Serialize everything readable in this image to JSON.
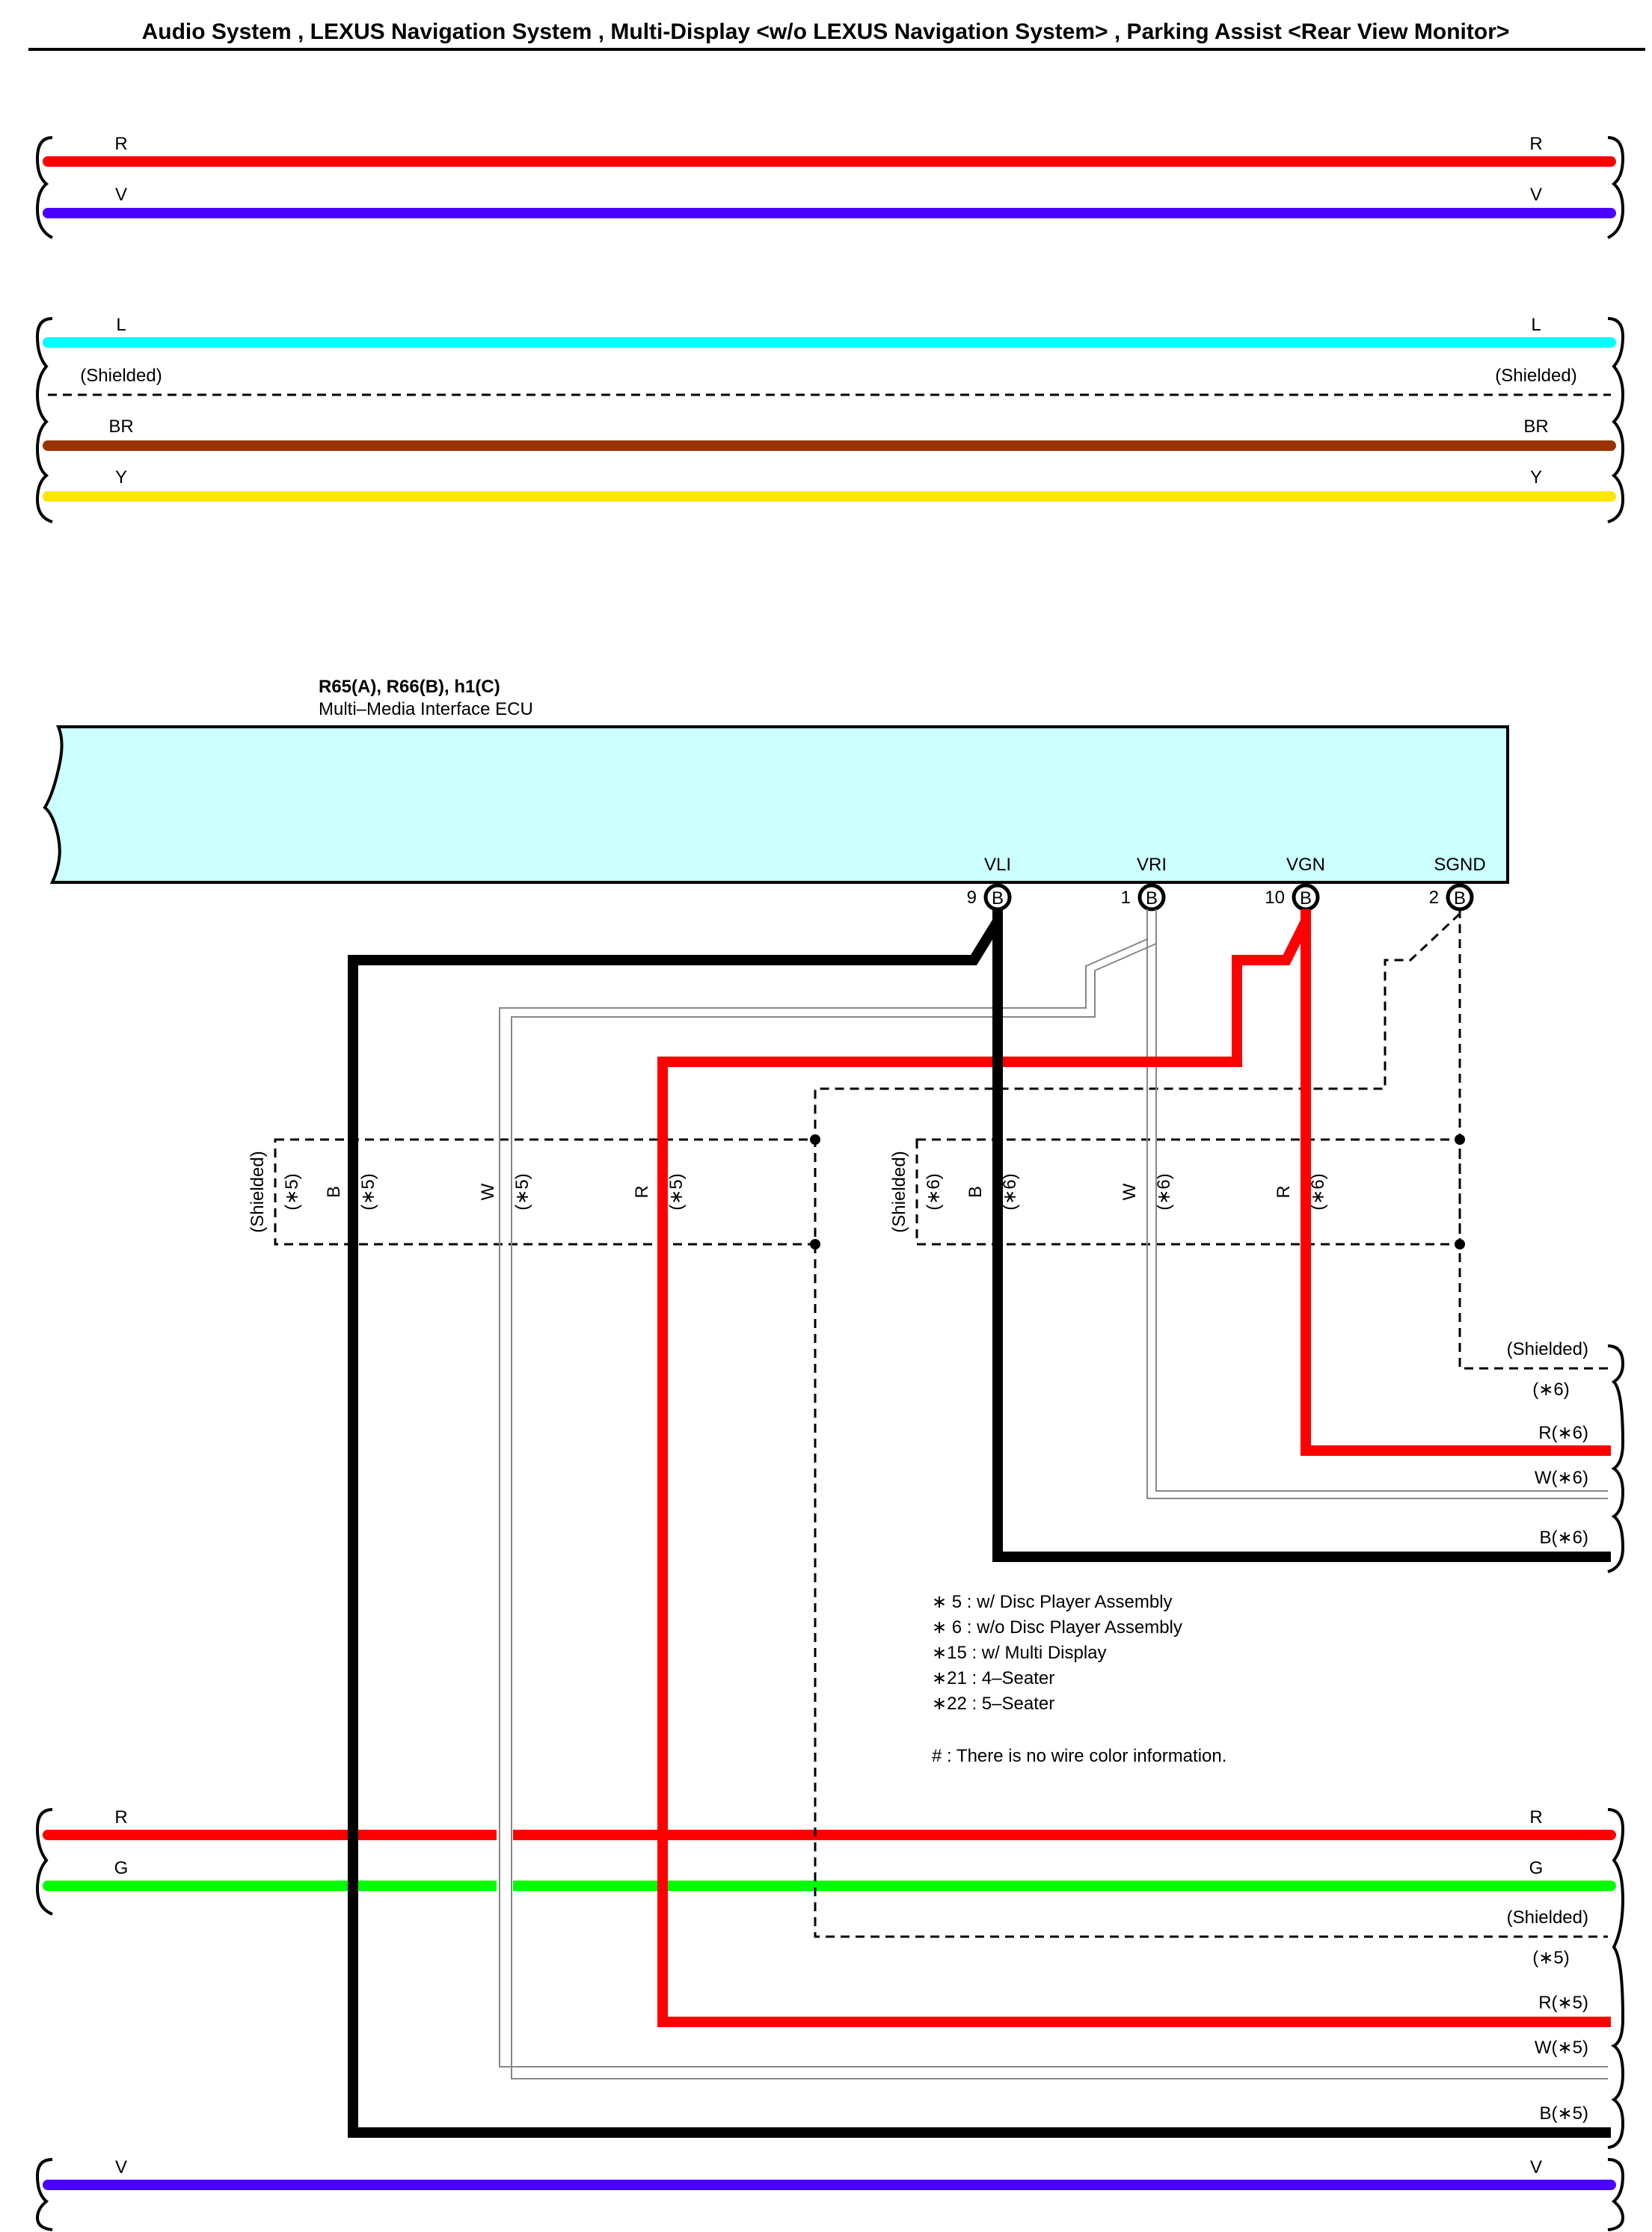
{
  "header": {
    "title": "Audio System , LEXUS Navigation System , Multi-Display <w/o LEXUS Navigation System> , Parking Assist <Rear View Monitor>"
  },
  "top_wires": [
    {
      "color": "R",
      "hex": "#ff0000"
    },
    {
      "color": "V",
      "hex": "#4b00ff"
    },
    {
      "color": "L",
      "hex": "#00ffff"
    },
    {
      "color": "(Shielded)",
      "hex": "#000000"
    },
    {
      "color": "BR",
      "hex": "#993300"
    },
    {
      "color": "Y",
      "hex": "#ffe600"
    }
  ],
  "ecu": {
    "ref": "R65(A), R66(B), h1(C)",
    "name": "Multi–Media Interface ECU",
    "fill": "#ccffff",
    "terminals": [
      {
        "name": "VLI",
        "pin": "9",
        "connector": "B"
      },
      {
        "name": "VRI",
        "pin": "1",
        "connector": "B"
      },
      {
        "name": "VGN",
        "pin": "10",
        "connector": "B"
      },
      {
        "name": "SGND",
        "pin": "2",
        "connector": "B"
      }
    ]
  },
  "shield_group_5": {
    "labels": [
      "(Shielded)",
      "(∗5)",
      "B",
      "(∗5)",
      "W",
      "(∗5)",
      "R",
      "(∗5)"
    ]
  },
  "shield_group_6": {
    "labels": [
      "(Shielded)",
      "(∗6)",
      "B",
      "(∗6)",
      "W",
      "(∗6)",
      "R",
      "(∗6)"
    ]
  },
  "right_labels_6": [
    "(Shielded)",
    "(∗6)",
    "R(∗6)",
    "W(∗6)",
    "B(∗6)"
  ],
  "notes": [
    "∗ 5 : w/ Disc Player Assembly",
    "∗ 6 : w/o Disc Player Assembly",
    "∗15 : w/ Multi Display",
    "∗21 : 4–Seater",
    "∗22 : 5–Seater",
    "# : There is no wire color information."
  ],
  "bottom_wires": [
    {
      "color": "R",
      "hex": "#ff0000"
    },
    {
      "color": "G",
      "hex": "#00ff00"
    },
    {
      "color": "V",
      "hex": "#4b00ff"
    }
  ],
  "right_labels_5": [
    "(Shielded)",
    "(∗5)",
    "R(∗5)",
    "W(∗5)",
    "B(∗5)"
  ]
}
